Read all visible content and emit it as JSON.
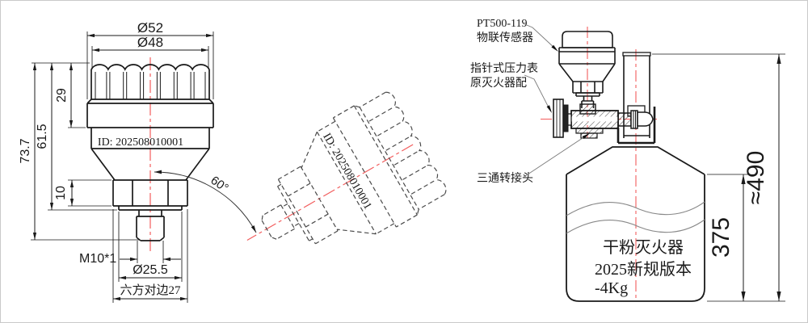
{
  "drawing": {
    "left_view": {
      "id_label": "ID: 202508010001",
      "dims": {
        "dia_cap_outer": "Ø52",
        "dia_cap_inner": "Ø48",
        "h_cap": "29",
        "h_mid": "61.5",
        "h_total": "73.7",
        "h_nut": "10",
        "thread": "M10*1",
        "dia_washer": "Ø25.5",
        "hex_flats": "六方对边27"
      }
    },
    "middle_view": {
      "id_label": "ID: 202508010001",
      "angle_label": "60°"
    },
    "right_view": {
      "labels": {
        "sensor_line1": "PT500-119",
        "sensor_line2": "物联传感器",
        "gauge_line1": "指针式压力表",
        "gauge_line2": "原灭火器配",
        "tee": "三通转接头"
      },
      "body_text": [
        "干粉灭火器",
        "2025新规版本",
        "-4Kg"
      ],
      "dims": {
        "total_height": "≈490",
        "body_height": "375"
      }
    },
    "colors": {
      "line": "#1a1a1a",
      "centerline": "#f25c5c",
      "leader": "#7a7a7a",
      "dashed_view": "#4a4a4a",
      "break_line": "#888888"
    }
  }
}
